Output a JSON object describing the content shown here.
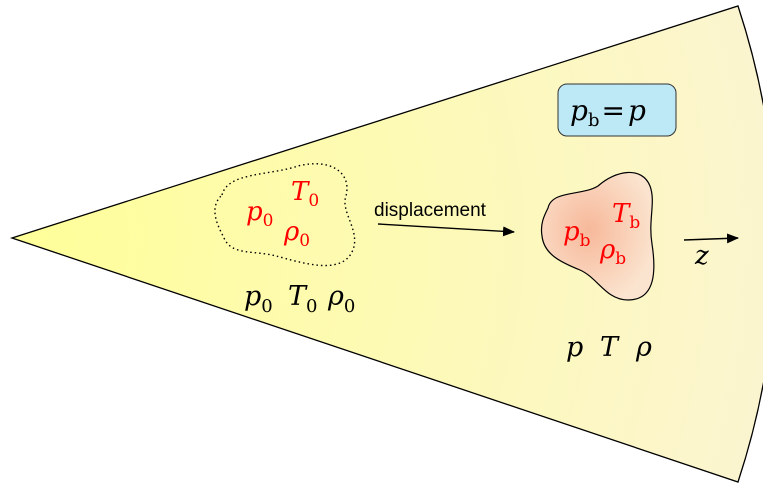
{
  "colors": {
    "wedge_apex": "#ffff99",
    "wedge_outer": "#fbf5cf",
    "parcel_center": "#f7b89a",
    "parcel_edge": "#fbe4cf",
    "box_fill": "#bde9f7",
    "parcel_vars": "#ff0000",
    "env_vars": "#000000"
  },
  "box": {
    "sym": "p",
    "sub": "b",
    "eq": "=",
    "rhs": "p"
  },
  "original_parcel": {
    "T": {
      "sym": "T",
      "sub": "0"
    },
    "p": {
      "sym": "p",
      "sub": "0"
    },
    "rho": {
      "sym": "ρ",
      "sub": "0"
    }
  },
  "original_env": {
    "p": {
      "sym": "p",
      "sub": "0"
    },
    "T": {
      "sym": "T",
      "sub": "0"
    },
    "rho": {
      "sym": "ρ",
      "sub": "0"
    }
  },
  "displacement_label": "displacement",
  "displaced_parcel": {
    "T": {
      "sym": "T",
      "sub": "b"
    },
    "p": {
      "sym": "p",
      "sub": "b"
    },
    "rho": {
      "sym": "ρ",
      "sub": "b"
    }
  },
  "displaced_env": {
    "p": "p",
    "T": "T",
    "rho": "ρ"
  },
  "axis_label": "z"
}
